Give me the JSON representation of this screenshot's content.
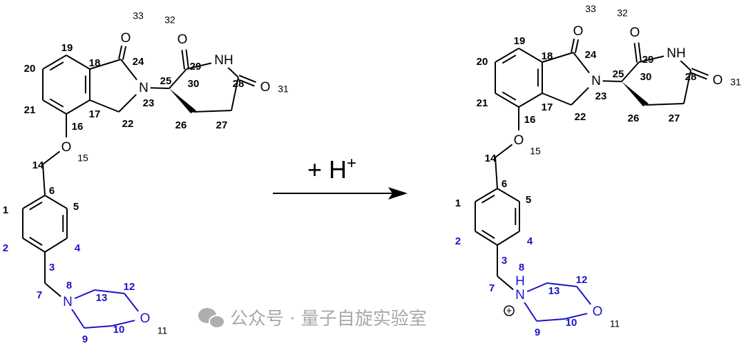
{
  "colors": {
    "black": "#000000",
    "blue": "#1a12c8",
    "watermark": "#9a9a9a"
  },
  "reaction": {
    "reagent": "+ H",
    "reagent_charge": "+"
  },
  "numbers": [
    "1",
    "2",
    "3",
    "4",
    "5",
    "6",
    "7",
    "8",
    "9",
    "10",
    "11",
    "12",
    "13",
    "14",
    "15",
    "16",
    "17",
    "18",
    "19",
    "20",
    "21",
    "22",
    "23",
    "24",
    "25",
    "26",
    "27",
    "28",
    "29",
    "30",
    "31",
    "32",
    "33"
  ],
  "reactant": {
    "atoms": {
      "o_carbonyl_24": "O",
      "o_carbonyl_30": "O",
      "nh_29": "NH",
      "o_carbonyl_28": "O",
      "n_23": "N",
      "o_ether_15": "O",
      "n_8": "N",
      "o_11": "O"
    }
  },
  "product": {
    "atoms": {
      "o_carbonyl_24": "O",
      "o_carbonyl_30": "O",
      "nh_29": "NH",
      "o_carbonyl_28": "O",
      "n_23": "N",
      "o_ether_15": "O",
      "n_8": "N",
      "h_8": "H",
      "charge": "+",
      "o_11": "O"
    }
  },
  "watermark": "公众号 · 量子自旋实验室"
}
